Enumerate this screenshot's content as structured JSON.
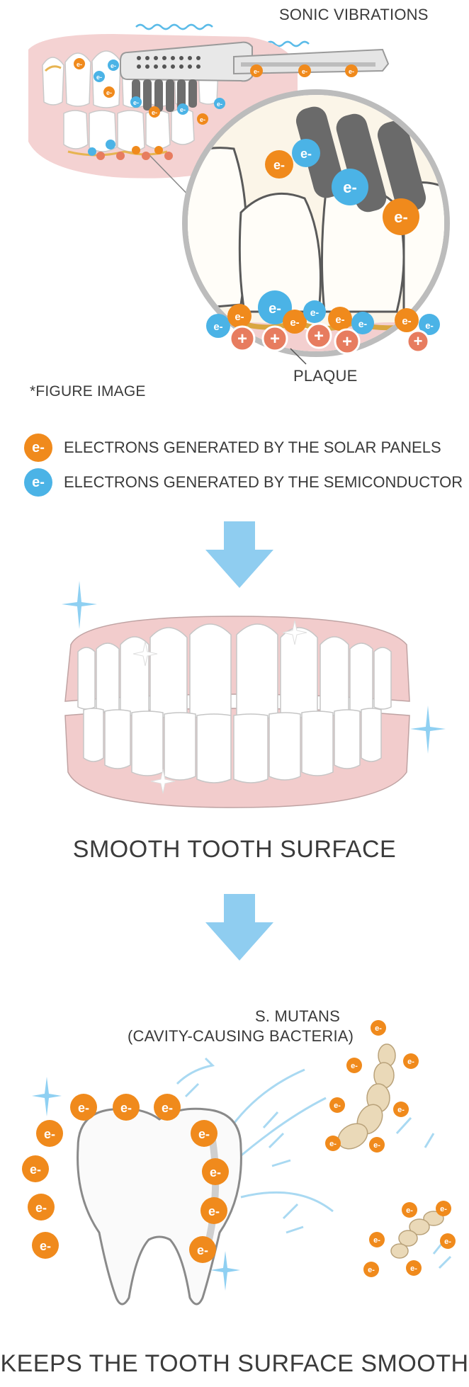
{
  "labels": {
    "sonic_vibrations": "SONIC VIBRATIONS",
    "plaque": "PLAQUE",
    "figure_image": "*FIGURE IMAGE",
    "s_mutans_line1": "S. MUTANS",
    "s_mutans_line2": "(CAVITY-CAUSING BACTERIA)"
  },
  "legend": {
    "solar": "ELECTRONS GENERATED BY THE SOLAR PANELS",
    "semiconductor": "ELECTRONS GENERATED BY THE SEMICONDUCTOR"
  },
  "headings": {
    "smooth": "SMOOTH TOOTH SURFACE",
    "keeps": "KEEPS THE TOOTH SURFACE SMOOTH"
  },
  "symbols": {
    "electron": "e-",
    "plus": "+"
  },
  "colors": {
    "orange": "#f08a1c",
    "blue": "#4bb3e6",
    "plaque": "#e77c5f",
    "gum": "#f1c9c9",
    "arrow": "#8fcdf0",
    "sparkle": "#8fd0f2"
  }
}
